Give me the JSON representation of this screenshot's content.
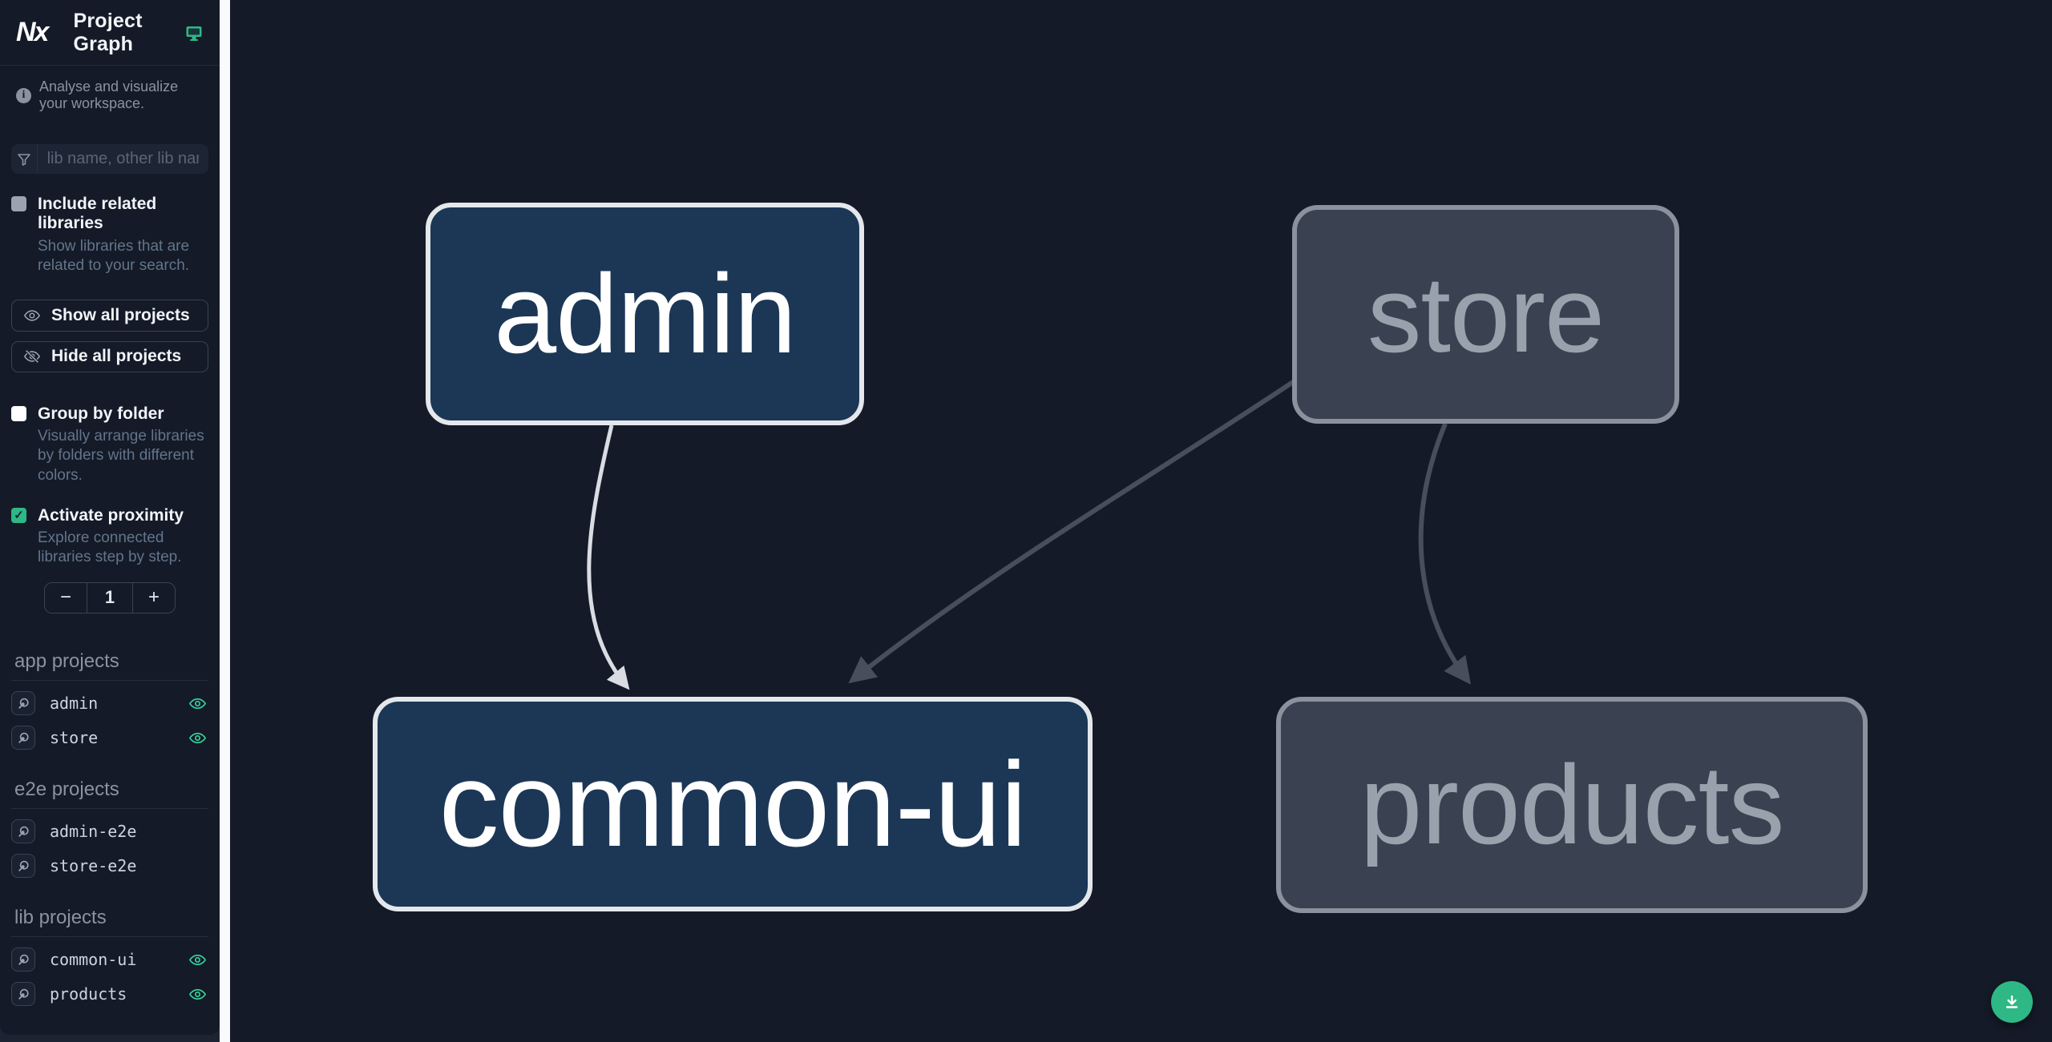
{
  "header": {
    "logo_text": "Nx",
    "title": "Project Graph",
    "debugger_icon": "monitor-icon"
  },
  "sidebar": {
    "tagline": "Analyse and visualize your workspace.",
    "search": {
      "placeholder": "lib name, other lib name",
      "icon": "filter-funnel-icon"
    },
    "include_related": {
      "label": "Include related libraries",
      "description": "Show libraries that are related to your search.",
      "checked": false
    },
    "show_all_label": "Show all projects",
    "hide_all_label": "Hide all projects",
    "group_by_folder": {
      "label": "Group by folder",
      "description": "Visually arrange libraries by folders with different colors.",
      "checked": false
    },
    "activate_proximity": {
      "label": "Activate proximity",
      "description": "Explore connected libraries step by step.",
      "checked": true,
      "check_glyph": "✓"
    },
    "proximity_stepper": {
      "decrement": "−",
      "value": "1",
      "increment": "+"
    },
    "sections": [
      {
        "title": "app projects",
        "items": [
          {
            "name": "admin",
            "visible": true
          },
          {
            "name": "store",
            "visible": true
          }
        ]
      },
      {
        "title": "e2e projects",
        "items": [
          {
            "name": "admin-e2e",
            "visible": false
          },
          {
            "name": "store-e2e",
            "visible": false
          }
        ]
      },
      {
        "title": "lib projects",
        "items": [
          {
            "name": "common-ui",
            "visible": true
          },
          {
            "name": "products",
            "visible": true
          }
        ]
      }
    ]
  },
  "graph": {
    "nodes": [
      {
        "id": "admin",
        "label": "admin",
        "type": "app",
        "state": "focused"
      },
      {
        "id": "store",
        "label": "store",
        "type": "app",
        "state": "dimmed"
      },
      {
        "id": "common-ui",
        "label": "common-ui",
        "type": "lib",
        "state": "focused"
      },
      {
        "id": "products",
        "label": "products",
        "type": "lib",
        "state": "dimmed"
      }
    ],
    "edges": [
      {
        "source": "admin",
        "target": "common-ui",
        "highlighted": true
      },
      {
        "source": "store",
        "target": "common-ui",
        "highlighted": false
      },
      {
        "source": "store",
        "target": "products",
        "highlighted": false
      }
    ]
  },
  "fab": {
    "icon": "download-icon"
  },
  "colors": {
    "background": "#141A27",
    "accent_teal": "#2EB885",
    "eye_green": "#34D399",
    "node_focused_fill": "#1C3756",
    "node_focused_border": "#E4E7EB",
    "node_dimmed_fill": "#3A4150",
    "node_dimmed_border": "#8B919D",
    "edge_highlighted": "#D9DDE3",
    "edge_dimmed": "#474E5C",
    "divider": "#F8FAFC"
  }
}
